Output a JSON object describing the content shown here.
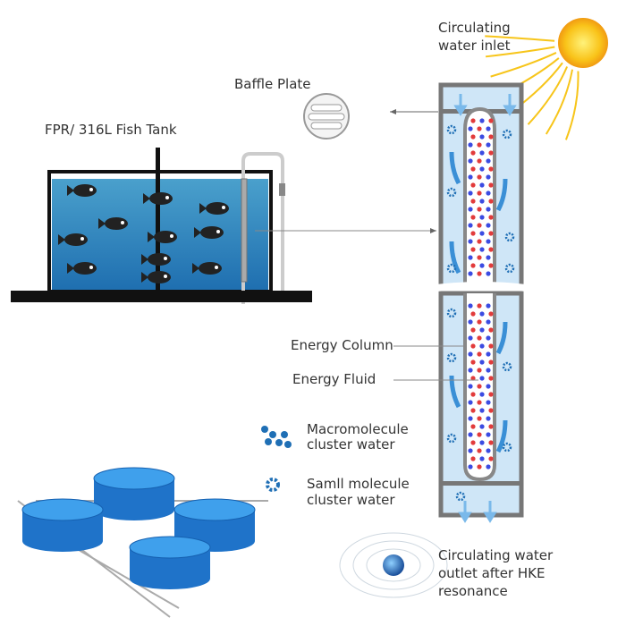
{
  "labels": {
    "inlet": [
      "Circulating",
      "water inlet"
    ],
    "baffle": "Baffle Plate",
    "tank": "FPR/ 316L Fish Tank",
    "energy_column": "Energy Column",
    "energy_fluid": "Energy Fluid",
    "macro": [
      "Macromolecule",
      "cluster water"
    ],
    "small": [
      "Samll molecule",
      "cluster water"
    ],
    "outlet": [
      "Circulating water",
      "outlet after HKE",
      "resonance"
    ]
  },
  "colors": {
    "water": "#cfe6f7",
    "tank_water": "#2a7fb8",
    "column_wall": "#7a7a7a",
    "arrow": "#3a8fd6",
    "cluster": "#1f6fb5",
    "sun": "#f7c51a"
  }
}
